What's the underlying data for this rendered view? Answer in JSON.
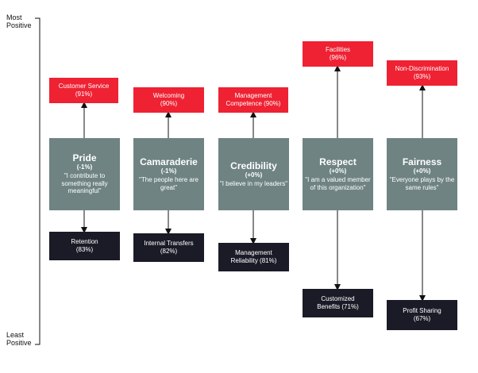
{
  "axis": {
    "top_label": "Most\nPositive",
    "bottom_label": "Least\nPositive"
  },
  "colors": {
    "positive_box": "#ee2233",
    "dimension_box": "#6f8383",
    "negative_box": "#1b1b27"
  },
  "dimensions": [
    {
      "title": "Pride",
      "change": "(-1%)",
      "quote": "\"I contribute to something really meaningful\"",
      "top": {
        "line1": "Customer Service",
        "line2": "(91%)"
      },
      "bottom": {
        "line1": "Retention",
        "line2": "(83%)"
      }
    },
    {
      "title": "Camaraderie",
      "change": "(-1%)",
      "quote": "\"The people here are great\"",
      "top": {
        "line1": "Welcoming",
        "line2": "(90%)"
      },
      "bottom": {
        "line1": "Internal Transfers",
        "line2": "(82%)"
      }
    },
    {
      "title": "Credibility",
      "change": "(+0%)",
      "quote": "\"I believe in my leaders\"",
      "top": {
        "line1": "Management",
        "line2": "Competence (90%)"
      },
      "bottom": {
        "line1": "Management",
        "line2": "Reliability (81%)"
      }
    },
    {
      "title": "Respect",
      "change": "(+0%)",
      "quote": "\"I am a valued member of this organization\"",
      "top": {
        "line1": "Facilities",
        "line2": "(96%)"
      },
      "bottom": {
        "line1": "Customized",
        "line2": "Benefits (71%)"
      }
    },
    {
      "title": "Fairness",
      "change": "(+0%)",
      "quote": "\"Everyone plays by the same rules\"",
      "top": {
        "line1": "Non-Discrimination",
        "line2": "(93%)"
      },
      "bottom": {
        "line1": "Profit Sharing",
        "line2": "(67%)"
      }
    }
  ]
}
